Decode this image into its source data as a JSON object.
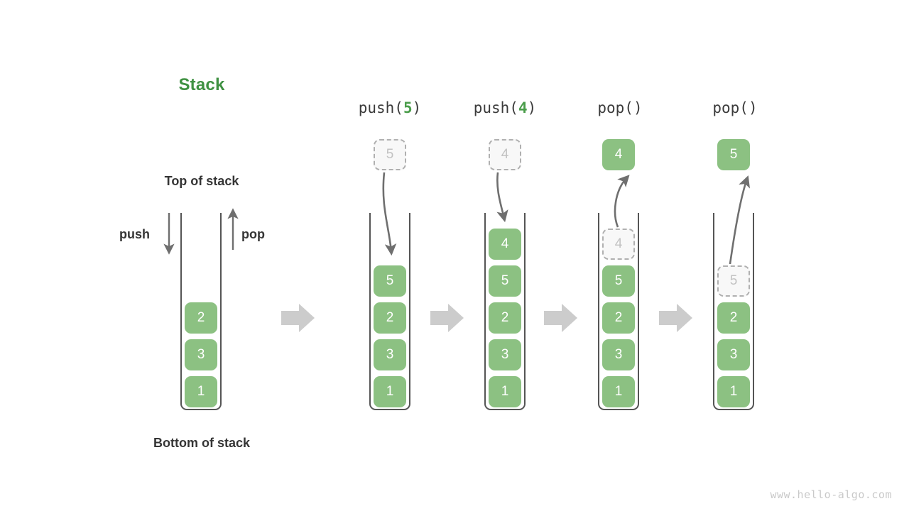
{
  "diagram": {
    "title": "Stack",
    "title_color": "#3f9142",
    "node_color": "#8cc182",
    "ghost_color": "#f8f8f8",
    "container_color": "#555555",
    "transition_arrow_color": "#cccccc",
    "watermark": "www.hello-algo.com",
    "labels": {
      "top_of_stack": "Top of stack",
      "bottom_of_stack": "Bottom of stack",
      "push": "push",
      "pop": "pop"
    },
    "initial_stack": {
      "name": "initial",
      "cells": [
        "2",
        "3",
        "1"
      ]
    },
    "steps": [
      {
        "name": "push-5",
        "op_prefix": "push(",
        "op_arg": "5",
        "op_suffix": ")",
        "floating_value": "5",
        "floating_kind": "ghost",
        "floating_position": "above",
        "direction": "down",
        "cells": [
          "5",
          "2",
          "3",
          "1"
        ],
        "ghost_index": -1
      },
      {
        "name": "push-4",
        "op_prefix": "push(",
        "op_arg": "4",
        "op_suffix": ")",
        "floating_value": "4",
        "floating_kind": "ghost",
        "floating_position": "above",
        "direction": "down",
        "cells": [
          "4",
          "5",
          "2",
          "3",
          "1"
        ],
        "ghost_index": -1
      },
      {
        "name": "pop-4",
        "op_prefix": "pop(",
        "op_arg": "",
        "op_suffix": ")",
        "floating_value": "4",
        "floating_kind": "solid",
        "floating_position": "above",
        "direction": "up",
        "cells": [
          "4",
          "5",
          "2",
          "3",
          "1"
        ],
        "ghost_index": 0
      },
      {
        "name": "pop-5",
        "op_prefix": "pop(",
        "op_arg": "",
        "op_suffix": ")",
        "floating_value": "5",
        "floating_kind": "solid",
        "floating_position": "above",
        "direction": "up",
        "cells": [
          "5",
          "2",
          "3",
          "1"
        ],
        "ghost_index": 0
      }
    ]
  }
}
